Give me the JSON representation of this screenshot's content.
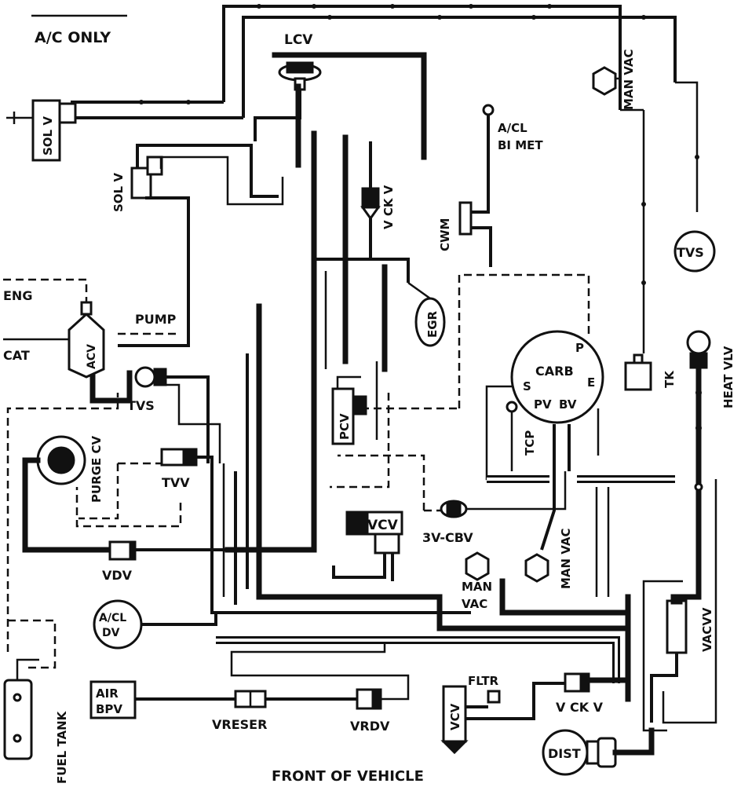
{
  "labels": {
    "ac_only": "A/C ONLY",
    "lcv": "LCV",
    "man_vac_top": "MAN VAC",
    "acl_bimet": "A/CL BI MET",
    "sol_v_left": "SOL V",
    "sol_v": "SOL V",
    "vck_v_top": "V CK V",
    "cwm": "CWM",
    "tvs_right": "TVS",
    "eng": "ENG",
    "pump": "PUMP",
    "cat": "CAT",
    "acv": "ACV",
    "egr": "EGR",
    "carb": "CARB",
    "carb_p": "P",
    "carb_s": "S",
    "carb_e": "E",
    "carb_pv": "PV",
    "carb_bv": "BV",
    "tk": "TK",
    "heat_vlv": "HEAT VLV",
    "tvs_left": "TVS",
    "purge_cv": "PURGE CV",
    "pcv": "PCV",
    "tcp": "TCP",
    "tvv": "TVV",
    "vcv_mid": "VCV",
    "three_v_cbv": "3V-CBV",
    "vdv": "VDV",
    "man_vac_mid": "MAN VAC",
    "man_vac_low": "MAN VAC",
    "acl_dv": "A/CL DV",
    "vacvv": "VACVV",
    "fuel_tank": "FUEL TANK",
    "air_bpv": "AIR BPV",
    "vreser": "VRESER",
    "vrdv": "VRDV",
    "vcv_low": "VCV",
    "fltr": "FLTR",
    "vck_v_low": "V CK V",
    "dist": "DIST",
    "front_of_vehicle": "FRONT OF VEHICLE"
  },
  "colors": {
    "ink": "#111111",
    "paper": "#ffffff"
  }
}
